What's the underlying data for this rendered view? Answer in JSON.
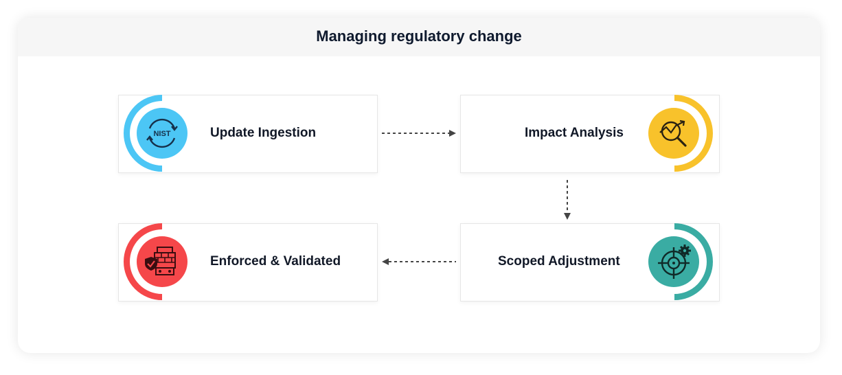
{
  "title": "Managing regulatory change",
  "colors": {
    "blue": "#4cc6f5",
    "yellow": "#f8c22b",
    "red": "#f5474a",
    "teal": "#3aaca3",
    "arrow": "#444444"
  },
  "steps": [
    {
      "label": "Update Ingestion",
      "icon": "nist-refresh-icon",
      "icon_text": "NIST"
    },
    {
      "label": "Impact Analysis",
      "icon": "chart-magnifier-icon"
    },
    {
      "label": "Scoped Adjustment",
      "icon": "target-gear-icon"
    },
    {
      "label": "Enforced & Validated",
      "icon": "shield-firewall-icon"
    }
  ]
}
